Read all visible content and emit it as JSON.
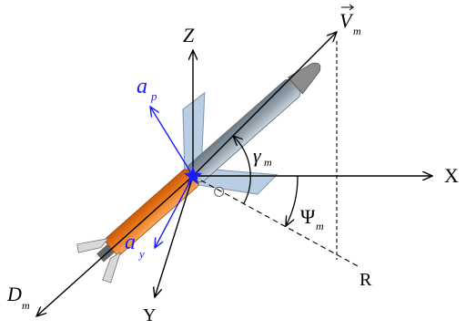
{
  "labels": {
    "z_axis": "Z",
    "x_axis": "X",
    "y_axis": "Y",
    "r_point": "R",
    "velocity": "V",
    "velocity_sub": "m",
    "drag": "D",
    "drag_sub": "m",
    "gamma": "γ",
    "gamma_sub": "m",
    "psi": "Ψ",
    "psi_sub": "m",
    "ap": "a",
    "ap_sub": "p",
    "ay": "a",
    "ay_sub": "y"
  },
  "colors": {
    "axes": "#000000",
    "accel_vectors": "#1a1aff",
    "body_orange": "#f07a1e",
    "body_grey": "#9aa8b4",
    "wing_blue": "#b9cde3",
    "nose_grey": "#8c8c8c"
  },
  "icons": {
    "origin_marker": "star-icon",
    "missile": "missile-icon"
  }
}
